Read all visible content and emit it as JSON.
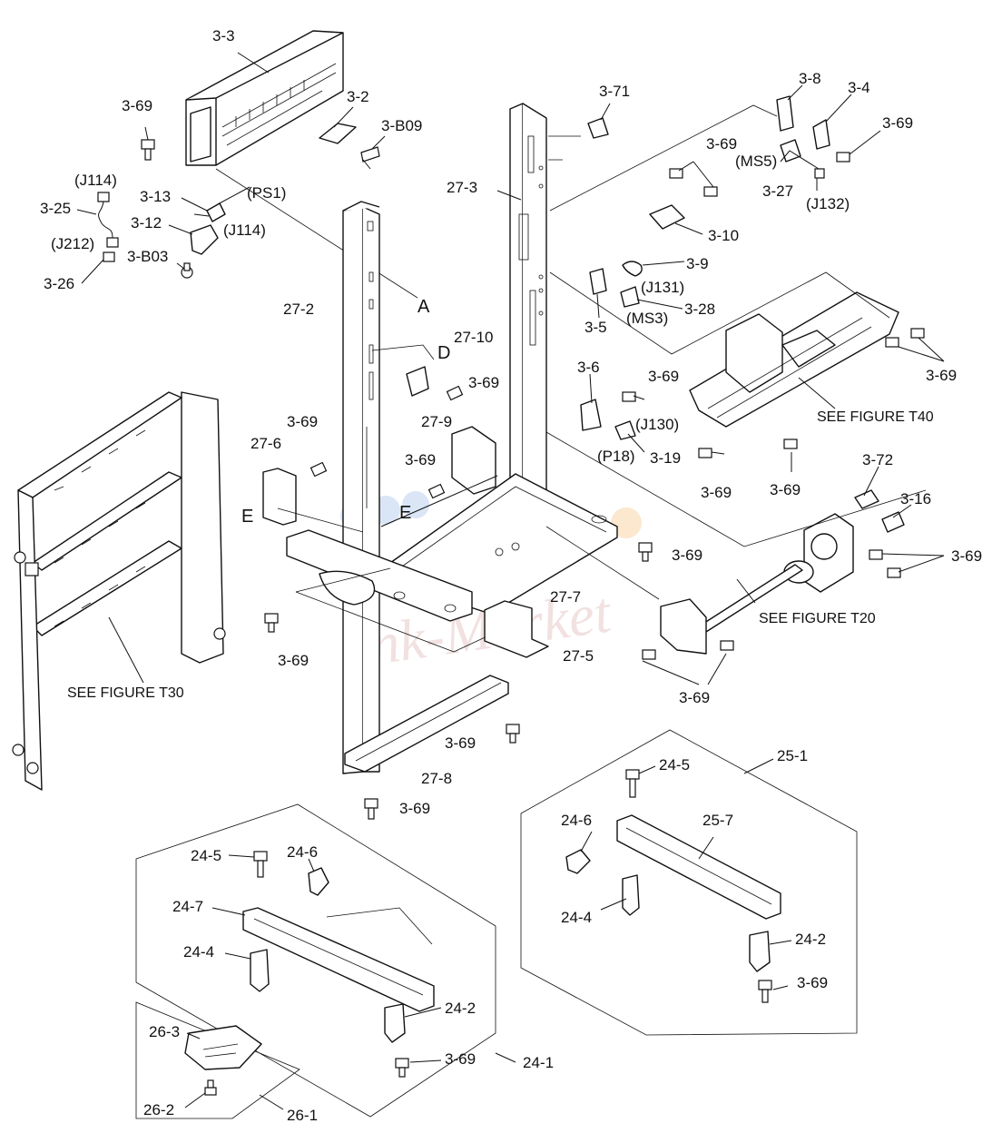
{
  "watermark": "Ink-Market",
  "labels": {
    "l_3_3": "3-3",
    "l_3_69_a": "3-69",
    "l_3_2": "3-2",
    "l_3_b09": "3-B09",
    "l_j114_a": "(J114)",
    "l_3_25": "3-25",
    "l_j212": "(J212)",
    "l_3_26": "3-26",
    "l_3_13": "3-13",
    "l_ps1": "(PS1)",
    "l_3_12": "3-12",
    "l_j114_b": "(J114)",
    "l_3_b03": "3-B03",
    "l_27_2": "27-2",
    "l_a": "A",
    "l_d": "D",
    "l_27_10": "27-10",
    "l_3_69_b": "3-69",
    "l_27_9": "27-9",
    "l_3_69_c": "3-69",
    "l_3_69_d": "3-69",
    "l_27_6": "27-6",
    "l_e1": "E",
    "l_e2": "E",
    "l_3_71": "3-71",
    "l_27_3": "27-3",
    "l_3_69_e": "3-69",
    "l_3_8": "3-8",
    "l_3_4": "3-4",
    "l_3_69_f": "3-69",
    "l_ms5": "(MS5)",
    "l_3_27": "3-27",
    "l_j132": "(J132)",
    "l_3_10": "3-10",
    "l_3_9": "3-9",
    "l_j131": "(J131)",
    "l_3_28": "3-28",
    "l_ms3": "(MS3)",
    "l_3_5": "3-5",
    "l_3_69_g": "3-69",
    "l_3_6": "3-6",
    "l_3_69_h": "3-69",
    "l_j130": "(J130)",
    "l_p18": "(P18)",
    "l_3_19": "3-19",
    "l_3_69_i": "3-69",
    "l_3_69_j": "3-69",
    "l_3_72": "3-72",
    "l_3_16": "3-16",
    "l_3_69_k": "3-69",
    "l_3_69_l": "3-69",
    "l_27_7": "27-7",
    "l_27_5": "27-5",
    "l_3_69_m": "3-69",
    "l_3_69_n": "3-69",
    "l_3_69_o": "3-69",
    "l_27_8": "27-8",
    "l_3_69_p": "3-69",
    "l_25_1": "25-1",
    "l_24_5_a": "24-5",
    "l_24_6_a": "24-6",
    "l_25_7": "25-7",
    "l_24_4_a": "24-4",
    "l_24_2_a": "24-2",
    "l_3_69_q": "3-69",
    "l_24_5_b": "24-5",
    "l_24_6_b": "24-6",
    "l_24_7": "24-7",
    "l_24_4_b": "24-4",
    "l_24_2_b": "24-2",
    "l_3_69_r": "3-69",
    "l_24_1": "24-1",
    "l_26_3": "26-3",
    "l_26_2": "26-2",
    "l_26_1": "26-1"
  },
  "figures": {
    "t40": "SEE FIGURE T40",
    "t20": "SEE FIGURE T20",
    "t30": "SEE FIGURE T30"
  },
  "colors": {
    "line": "#111111",
    "watermark": "#e8c9c9",
    "logo_blue": "#bcd2f0",
    "logo_orange": "#f7d6a8"
  }
}
